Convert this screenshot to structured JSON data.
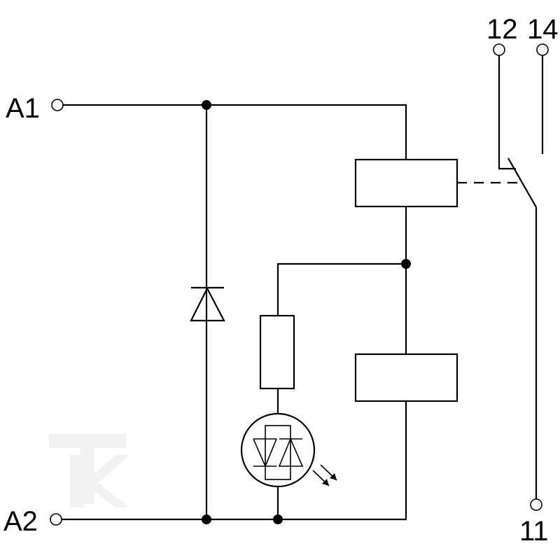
{
  "terminals": {
    "a1": "A1",
    "a2": "A2",
    "t11": "11",
    "t12": "12",
    "t14": "14"
  },
  "colors": {
    "line": "#000000",
    "background": "#ffffff",
    "watermark": "#f2f2f2"
  },
  "icons": {
    "diode": "diode-icon",
    "relay_coil": "relay-coil-icon",
    "resistor": "resistor-icon",
    "led": "bidirectional-led-icon",
    "switch": "changeover-switch-icon"
  }
}
